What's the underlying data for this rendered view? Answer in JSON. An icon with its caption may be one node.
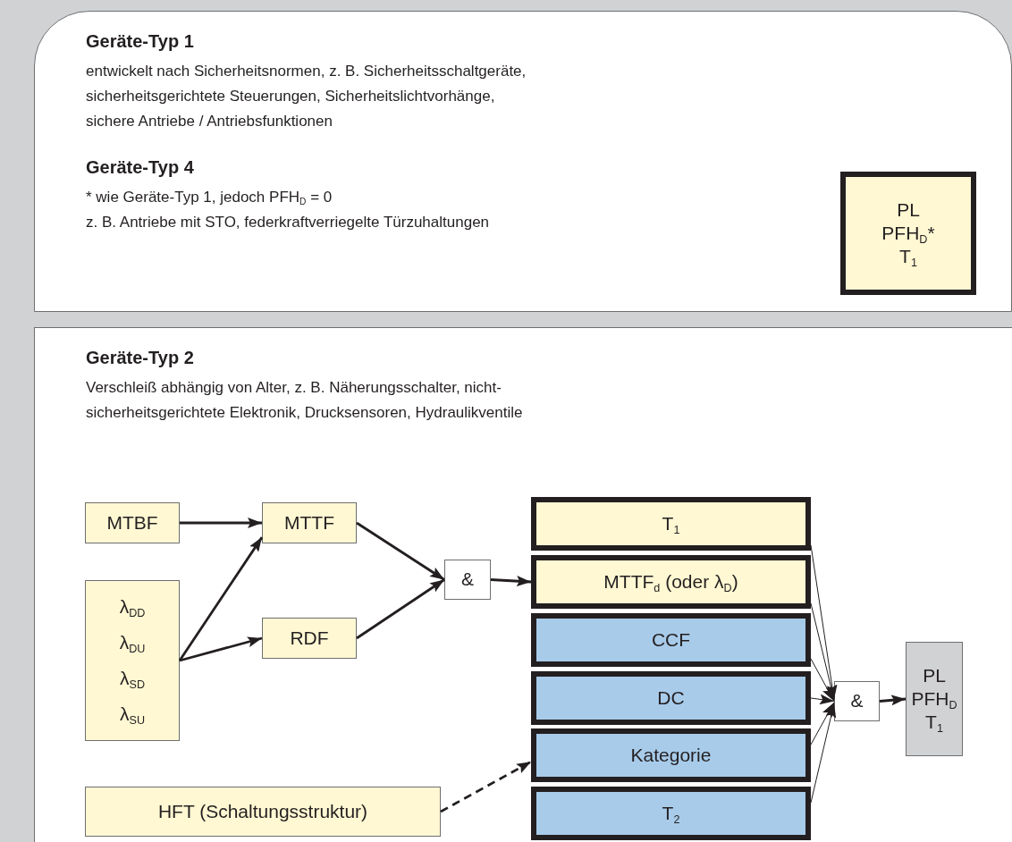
{
  "diagram": {
    "nodes": [
      {
        "text": [
          "Geräte-Typ 1",
          "entwickelt nach Sicherheitsnormen, z. B. Sicherheitsschaltgeräte, sicherheitsgerichtete Steuerungen, Sicherheitslichtvorhänge, sichere Antriebe / Antriebsfunktionen",
          "Geräte-Typ 4",
          "* wie Geräte-Typ 1, jedoch PFH$_{D}$ = 0",
          "z. B. Antriebe mit STO, federkraftverriegelte Türzuhaltungen"
        ]
      },
      {
        "text": [
          "PL",
          "PFH$_{D}$*",
          "T$_{1}$"
        ],
        "in": 0
      },
      {
        "text": [
          "Geräte-Typ 2",
          "Verschleiß abhängig von Alter, z. B. Näherungsschalter, nicht-sicherheitsgerichtete Elektronik, Drucksensoren, Hydraulikventile"
        ]
      },
      {
        "text": [
          "MTBF"
        ],
        "in": 2
      },
      {
        "text": [
          "MTTF"
        ],
        "in": 2
      },
      {
        "text": [
          "λ$_{DD}$",
          "λ$_{DU}$",
          "λ$_{SD}$",
          "λ$_{SU}$"
        ],
        "in": 2
      },
      {
        "text": [
          "RDF"
        ],
        "in": 2
      },
      {
        "text": [
          "&"
        ],
        "in": 2
      },
      {
        "text": [
          "T$_{1}$"
        ],
        "in": 2
      },
      {
        "text": [
          "MTTF$_{d}$ (oder λ$_{D}$)"
        ],
        "in": 2
      },
      {
        "text": [
          "CCF"
        ],
        "in": 2
      },
      {
        "text": [
          "DC"
        ],
        "in": 2
      },
      {
        "text": [
          "Kategorie"
        ],
        "in": 2
      },
      {
        "text": [
          "T$_{2}$"
        ],
        "in": 2
      },
      {
        "text": [
          "HFT (Schaltungsstruktur)"
        ],
        "in": 2
      },
      {
        "text": [
          "&"
        ],
        "in": 2
      },
      {
        "text": [
          "PL",
          "PFH$_{D}$",
          "T$_{1}$"
        ],
        "in": 2
      }
    ],
    "edges": [
      {
        "from": 3,
        "to": 4,
        "arrow": "to"
      },
      {
        "from": 5,
        "to": 4,
        "arrow": "to"
      },
      {
        "from": 5,
        "to": 6,
        "arrow": "to"
      },
      {
        "from": 4,
        "to": 7,
        "arrow": "to"
      },
      {
        "from": 6,
        "to": 7,
        "arrow": "to"
      },
      {
        "from": 7,
        "to": 9,
        "arrow": "to"
      },
      {
        "from": 14,
        "to": 12,
        "arrow": "to",
        "style": "dashed"
      },
      {
        "from": 8,
        "to": 15,
        "arrow": "to"
      },
      {
        "from": 9,
        "to": 15,
        "arrow": "to"
      },
      {
        "from": 10,
        "to": 15,
        "arrow": "to"
      },
      {
        "from": 11,
        "to": 15,
        "arrow": "to"
      },
      {
        "from": 12,
        "to": 15,
        "arrow": "to"
      },
      {
        "from": 13,
        "to": 15,
        "arrow": "to"
      },
      {
        "from": 15,
        "to": 16,
        "arrow": "to"
      }
    ]
  }
}
